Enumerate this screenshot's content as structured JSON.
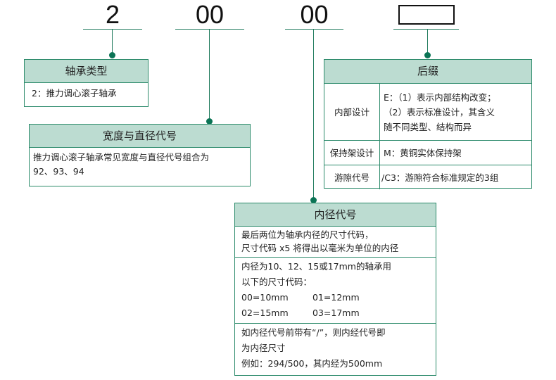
{
  "codes": {
    "type": "2",
    "width_diameter": "00",
    "bore": "00",
    "suffix": ""
  },
  "bearing_type": {
    "title": "轴承类型",
    "text": "2：推力调心滚子轴承"
  },
  "width_diameter_series": {
    "title": "宽度与直径代号",
    "lines": [
      "推力调心滚子轴承常见宽度与直径代号组合为",
      "92、93、94"
    ]
  },
  "suffix": {
    "title": "后缀",
    "rows": [
      {
        "key": "内部设计",
        "lines": [
          "E：（1）表示内部结构改变；",
          "（2）表示标准设计，其含义",
          "随不同类型、结构而异"
        ]
      },
      {
        "key": "保持架设计",
        "lines": [
          "M：黄铜实体保持架"
        ]
      },
      {
        "key": "游隙代号",
        "lines": [
          "/C3：游隙符合标准规定的3组"
        ]
      }
    ]
  },
  "bore_code": {
    "title": "内径代号",
    "section1": [
      "最后两位为轴承内径的尺寸代码，",
      "尺寸代码 x5 将得出以毫米为单位的内径"
    ],
    "section2_intro": [
      "内径为10、12、15或17mm的轴承用",
      "以下的尺寸代码："
    ],
    "mappings": [
      [
        "00=10mm",
        "01=12mm"
      ],
      [
        "02=15mm",
        "03=17mm"
      ]
    ],
    "section3": [
      "如内径代号前带有“/”，则内经代号即",
      "为内径尺寸",
      "例如：294/500，其内经为500mm"
    ]
  },
  "colors": {
    "accent": "#2b8a6a",
    "header_fill": "#bcdcd1",
    "dot": "#0b7455"
  }
}
